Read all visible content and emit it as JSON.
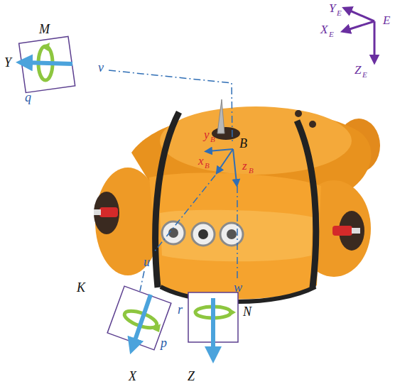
{
  "diagram": {
    "labels": [
      "M",
      "Y",
      "q",
      "v",
      "y",
      "B",
      "B",
      "x",
      "B",
      "z",
      "B",
      "Y",
      "E",
      "X",
      "E",
      "E",
      "Z",
      "E",
      "K",
      "u",
      "w",
      "N",
      "r",
      "p",
      "X",
      "Z"
    ]
  }
}
